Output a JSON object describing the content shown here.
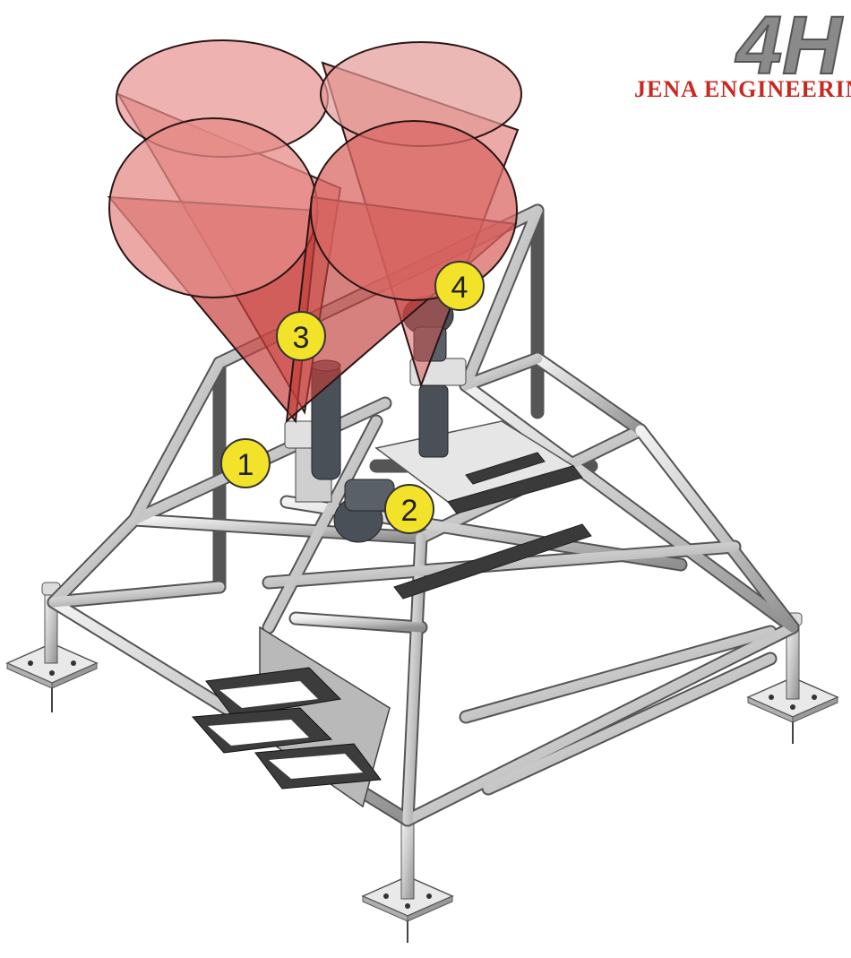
{
  "logo": {
    "mark": "4H",
    "name": "JENA ENGINEERING",
    "mark_color": "#8a8a8a",
    "name_color": "#c8281e"
  },
  "callouts": [
    {
      "label": "1"
    },
    {
      "label": "2"
    },
    {
      "label": "3"
    },
    {
      "label": "4"
    }
  ],
  "colors": {
    "cone_fill": "#d9534f",
    "callout_fill": "#f2e22a",
    "frame": "#c9c9c9"
  }
}
